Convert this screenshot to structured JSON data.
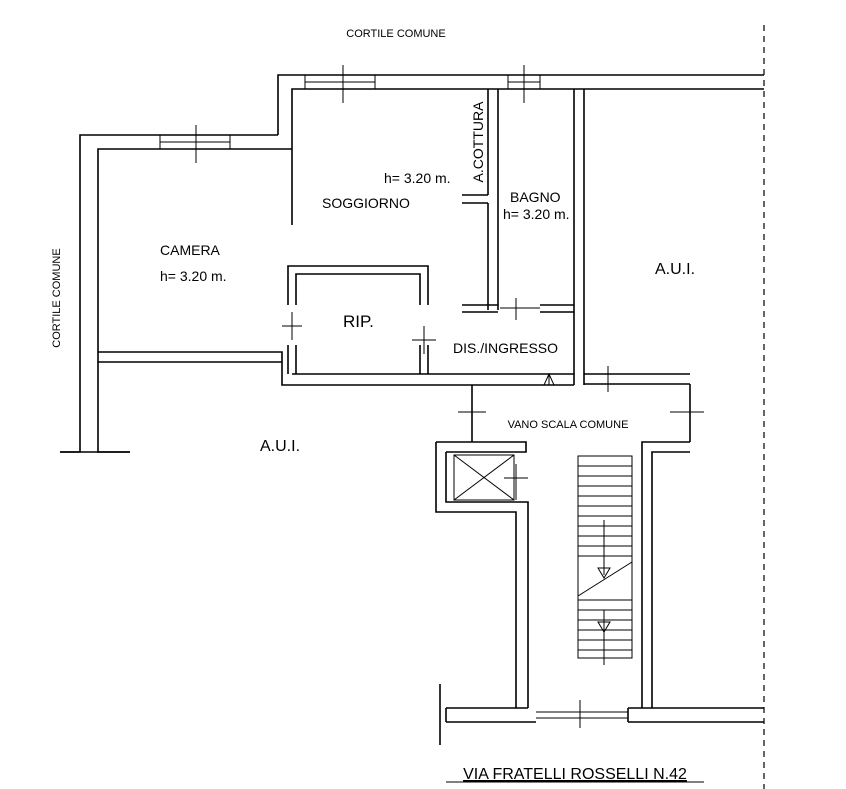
{
  "labels": {
    "cortile_top": "CORTILE COMUNE",
    "cortile_left": "CORTILE COMUNE",
    "camera": "CAMERA",
    "camera_h": "h= 3.20 m.",
    "soggiorno": "SOGGIORNO",
    "soggiorno_h": "h= 3.20 m.",
    "cottura": "A.COTTURA",
    "bagno": "BAGNO",
    "bagno_h": "h= 3.20 m.",
    "rip": "RIP.",
    "dis_ingresso": "DIS./INGRESSO",
    "aui_right": "A.U.I.",
    "aui_left": "A.U.I.",
    "vano_scala": "VANO SCALA COMUNE",
    "address": "VIA FRATELLI ROSSELLI N.42"
  }
}
